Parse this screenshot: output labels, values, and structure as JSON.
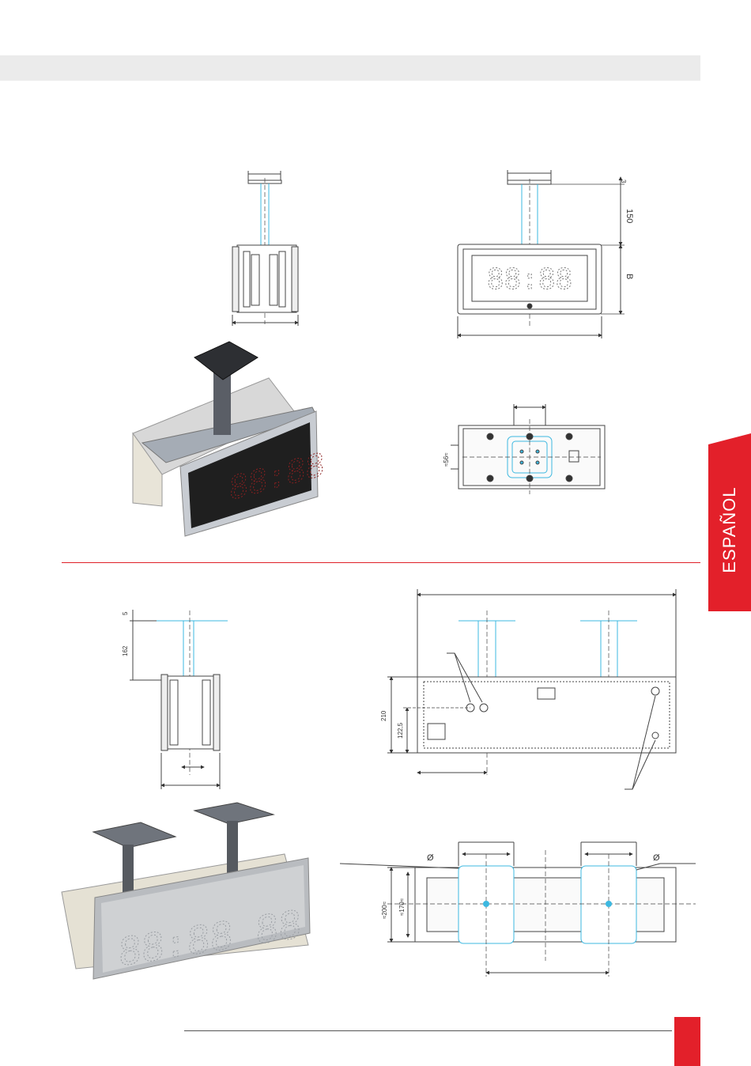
{
  "sidebar_tab": {
    "label": "ESPAÑOL"
  },
  "dims_top": {
    "d3": "3",
    "d150": "150",
    "dB": "B",
    "d56": "≈56≈"
  },
  "dims_bottom": {
    "d5": "5",
    "d162": "162",
    "d210": "210",
    "d1225": "122,5",
    "d200": "≈200≈",
    "d170": "≈170≈",
    "phi1": "Ø",
    "phi2": "Ø"
  },
  "clock": {
    "digits_top": "88:88",
    "digits_bottom": "88:88 88"
  },
  "colors": {
    "accent": "#e3202a",
    "header_bar": "#ebebeb",
    "cyan_line": "#3db8e0"
  }
}
